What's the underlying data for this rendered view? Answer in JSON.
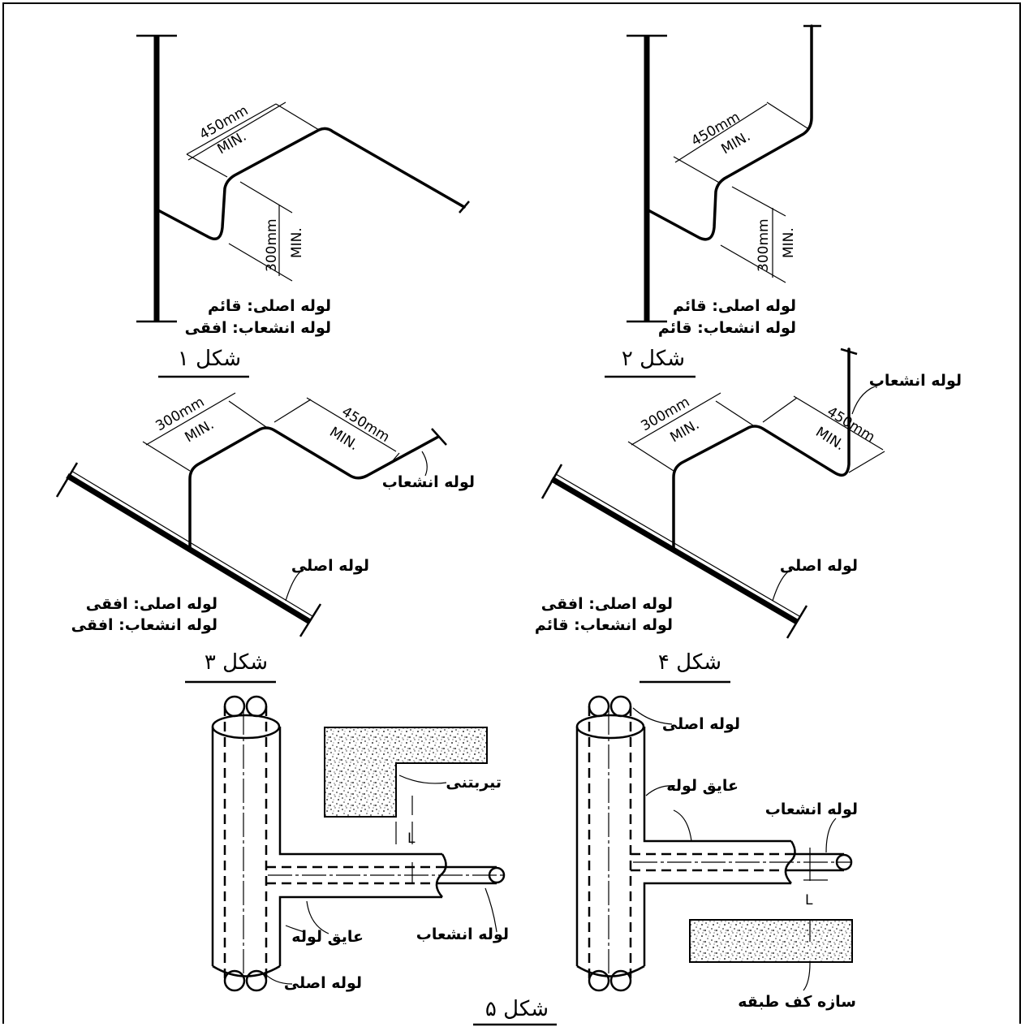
{
  "dimensions": {
    "d450": "450mm",
    "d300": "300mm",
    "min": "MIN.",
    "L": "L"
  },
  "fig1": {
    "caption": "شکل ۱",
    "line1": "لوله اصلی: قائم",
    "line2": "لوله انشعاب: افقی"
  },
  "fig2": {
    "caption": "شکل ۲",
    "line1": "لوله اصلی: قائم",
    "line2": "لوله انشعاب: قائم"
  },
  "fig3": {
    "caption": "شکل ۳",
    "branch_label": "لوله انشعاب",
    "main_label": "لوله اصلی",
    "line1": "لوله اصلی: افقی",
    "line2": "لوله انشعاب: افقی"
  },
  "fig4": {
    "caption": "شکل ۴",
    "branch_label": "لوله انشعاب",
    "main_label": "لوله اصلی",
    "line1": "لوله اصلی: افقی",
    "line2": "لوله انشعاب: قائم"
  },
  "fig5": {
    "caption": "شکل ۵",
    "left": {
      "beam": "تیربتنی",
      "branch": "لوله انشعاب",
      "insulation": "عایق لوله",
      "main": "لوله اصلی"
    },
    "right": {
      "main": "لوله اصلی",
      "insulation": "عایق لوله",
      "branch": "لوله انشعاب",
      "floor": "سازه کف طبقه"
    }
  },
  "colors": {
    "ink": "#000000",
    "paper": "#ffffff",
    "hatch": "#555555"
  }
}
